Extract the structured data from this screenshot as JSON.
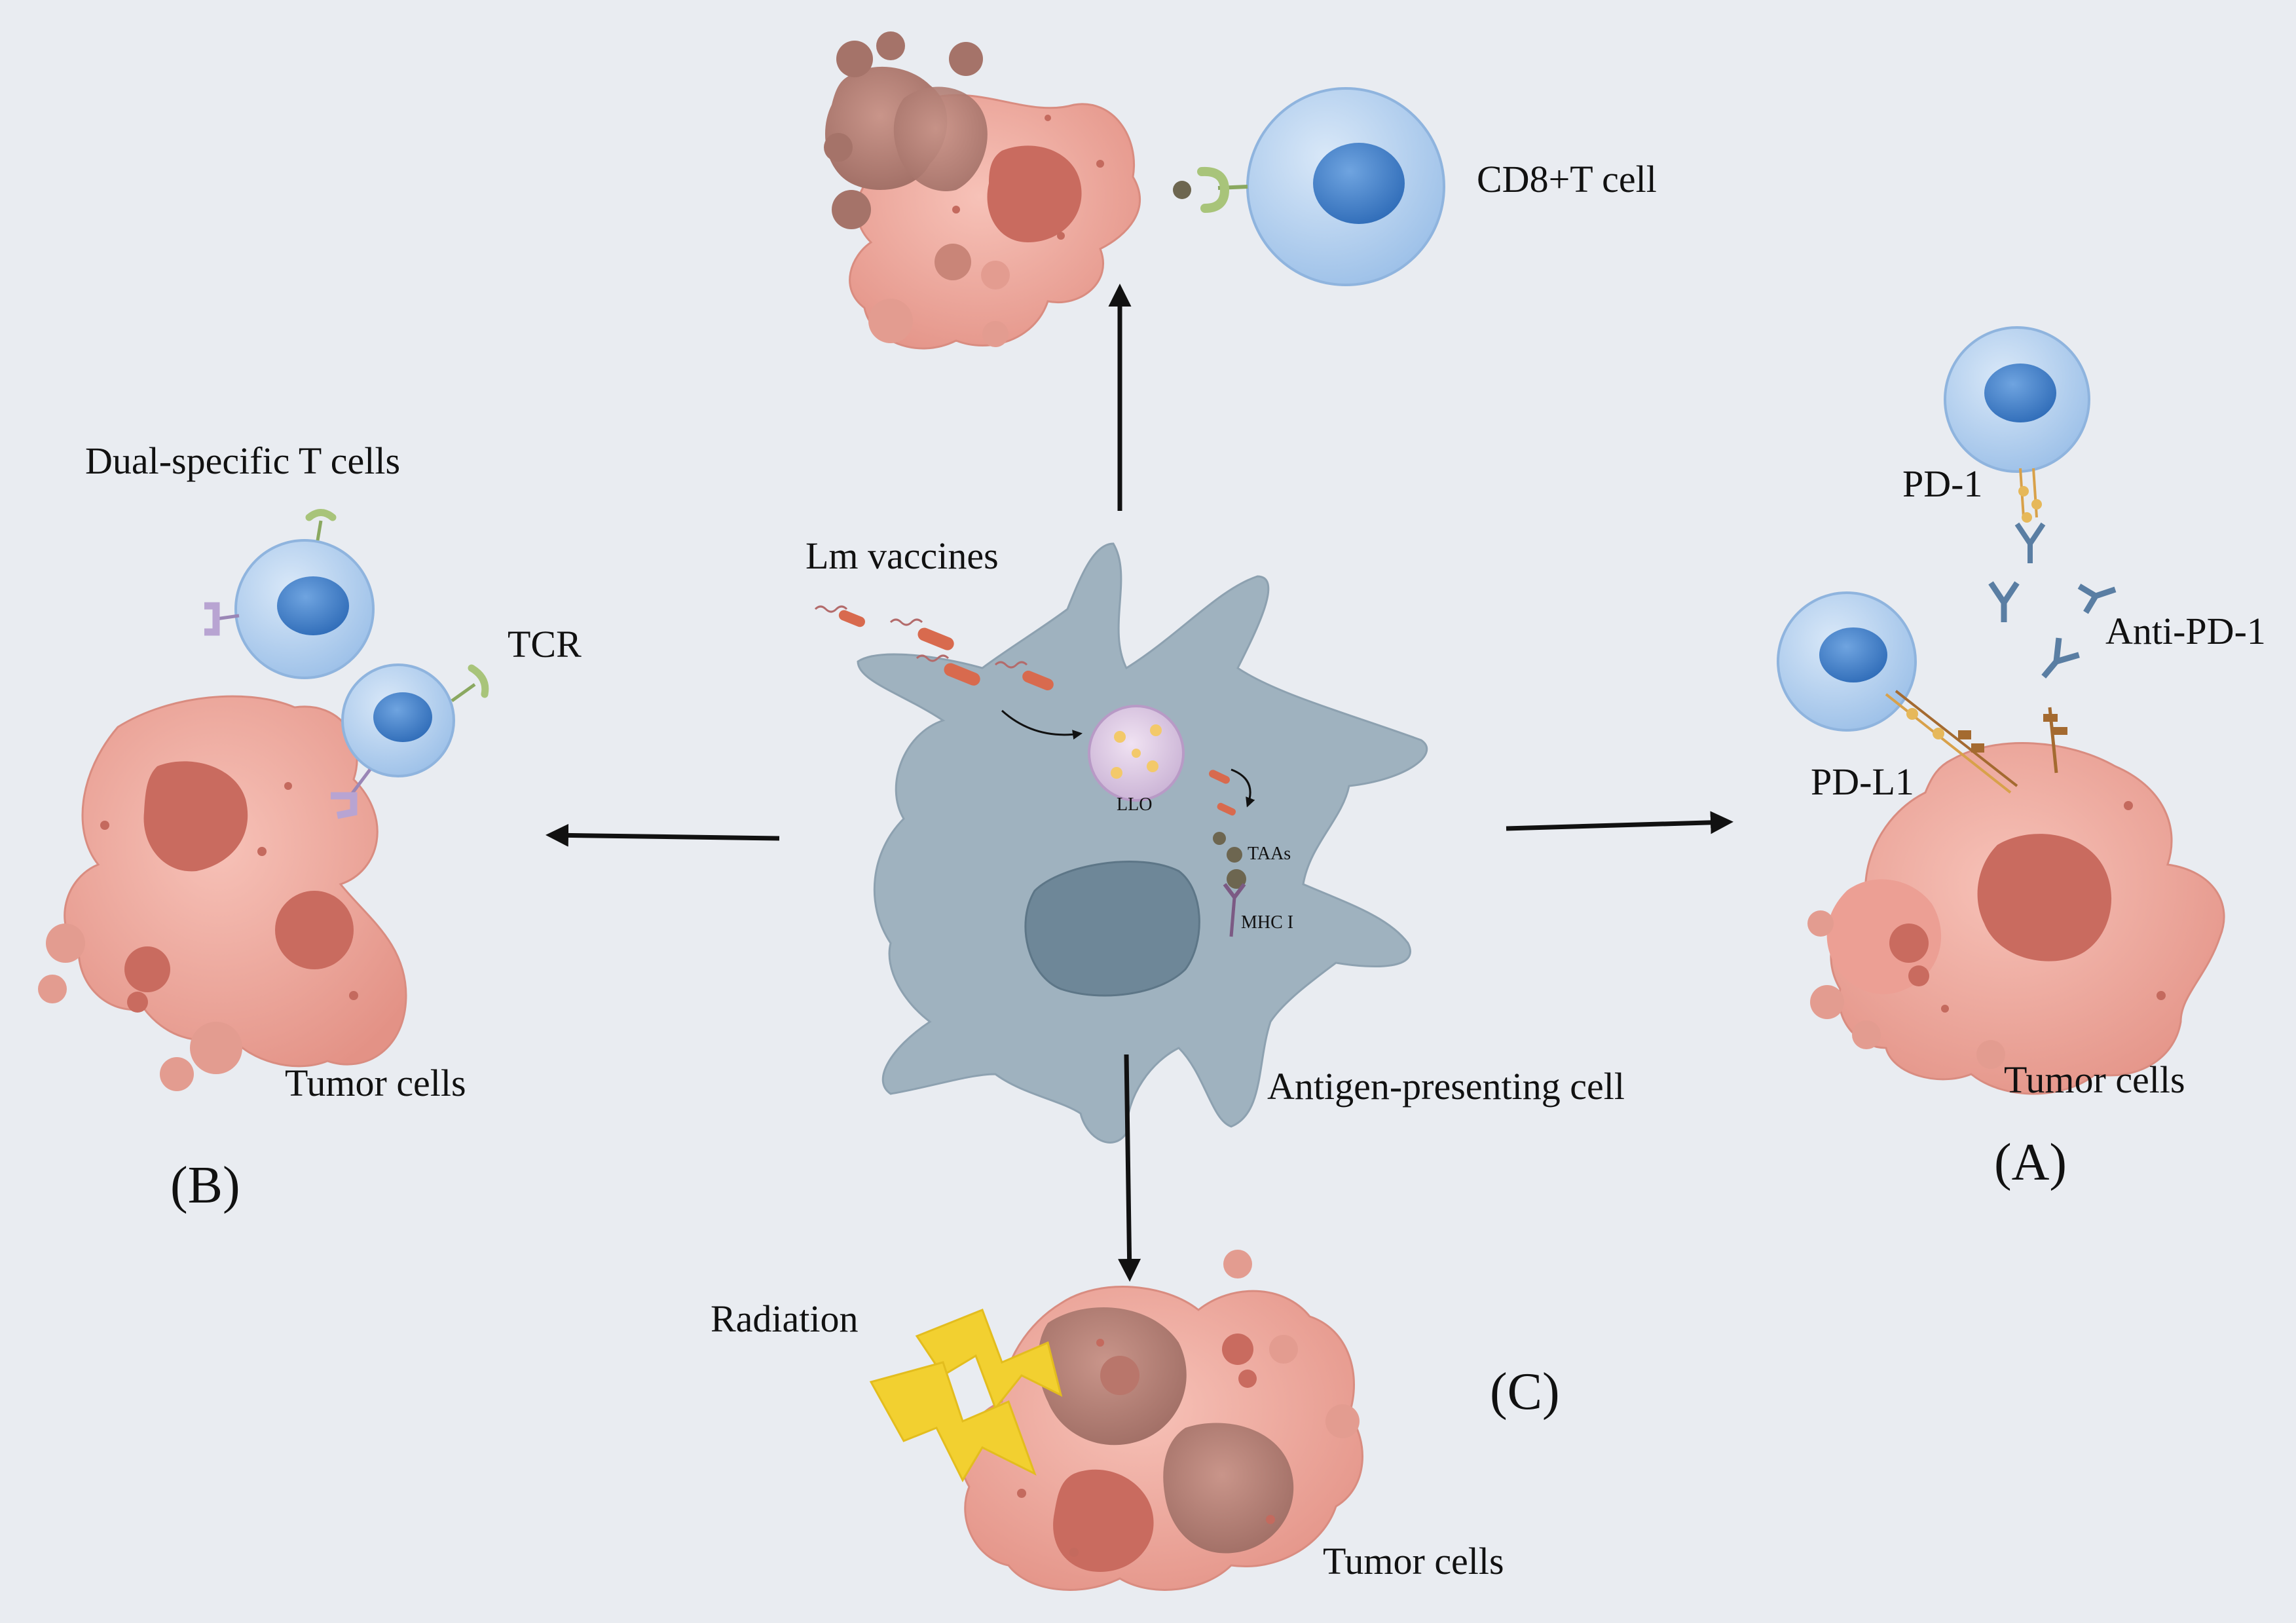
{
  "labels": {
    "cd8_t_cell": "CD8+T cell",
    "dual_specific": "Dual-specific T cells",
    "tcr": "TCR",
    "lm_vaccines": "Lm vaccines",
    "llo": "LLO",
    "taas": "TAAs",
    "mhc1": "MHC I",
    "apc": "Antigen-presenting cell",
    "pd1": "PD-1",
    "anti_pd1": "Anti-PD-1",
    "pdl1": "PD-L1",
    "tumor_left": "Tumor cells",
    "tumor_right": "Tumor cells",
    "tumor_bottom": "Tumor cells",
    "radiation": "Radiation",
    "panel_a": "(A)",
    "panel_b": "(B)",
    "panel_c": "(C)"
  },
  "colors": {
    "background": "#e9ecf1",
    "apc": "#9fb2bf",
    "apc_nucleus": "#6e8798",
    "tumor": "#eeaaa0",
    "tumor_nucleus": "#c96b5f",
    "t_cell": "#b8d3f0",
    "t_cell_nucleus": "#4a84c9",
    "lightning": "#f2d030",
    "antibody": "#5a7ea3",
    "pd1_receptor": "#d8a14a"
  }
}
